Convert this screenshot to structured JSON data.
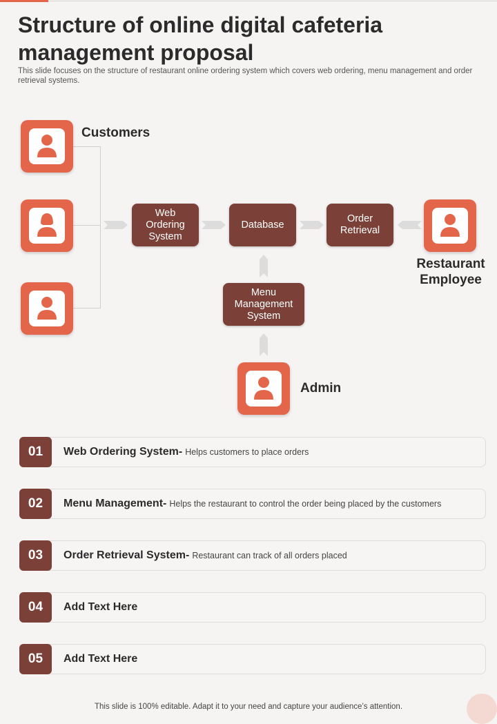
{
  "page": {
    "title": "Structure of online digital cafeteria management proposal",
    "subtitle": "This slide focuses on the structure of restaurant online ordering system which covers web ordering, menu management and order retrieval systems.",
    "footer": "This slide is 100% editable. Adapt it to your need and capture your audience’s attention."
  },
  "diagram": {
    "customers_label": "Customers",
    "employee_label_line1": "Restaurant",
    "employee_label_line2": "Employee",
    "admin_label": "Admin",
    "nodes": {
      "web_ordering": [
        "Web",
        "Ordering",
        "System"
      ],
      "database": [
        "Database"
      ],
      "order_retrieval": [
        "Order",
        "Retrieval"
      ],
      "menu_management": [
        "Menu",
        "Management",
        "System"
      ]
    }
  },
  "items": [
    {
      "num": "01",
      "head": "Web Ordering System-",
      "desc": "Helps customers to place orders"
    },
    {
      "num": "02",
      "head": "Menu Management-",
      "desc": "Helps the restaurant  to control the order  being placed by the customers"
    },
    {
      "num": "03",
      "head": "Order Retrieval System-",
      "desc": "Restaurant  can track of all orders  placed"
    },
    {
      "num": "04",
      "head": "Add Text Here",
      "desc": ""
    },
    {
      "num": "05",
      "head": "Add Text Here",
      "desc": ""
    }
  ],
  "colors": {
    "accent": "#e4664a",
    "node": "#7b4037",
    "connector": "#cfcfcf"
  },
  "icons": [
    "user-icon",
    "user-female-icon",
    "user-icon",
    "user-icon",
    "user-icon"
  ]
}
